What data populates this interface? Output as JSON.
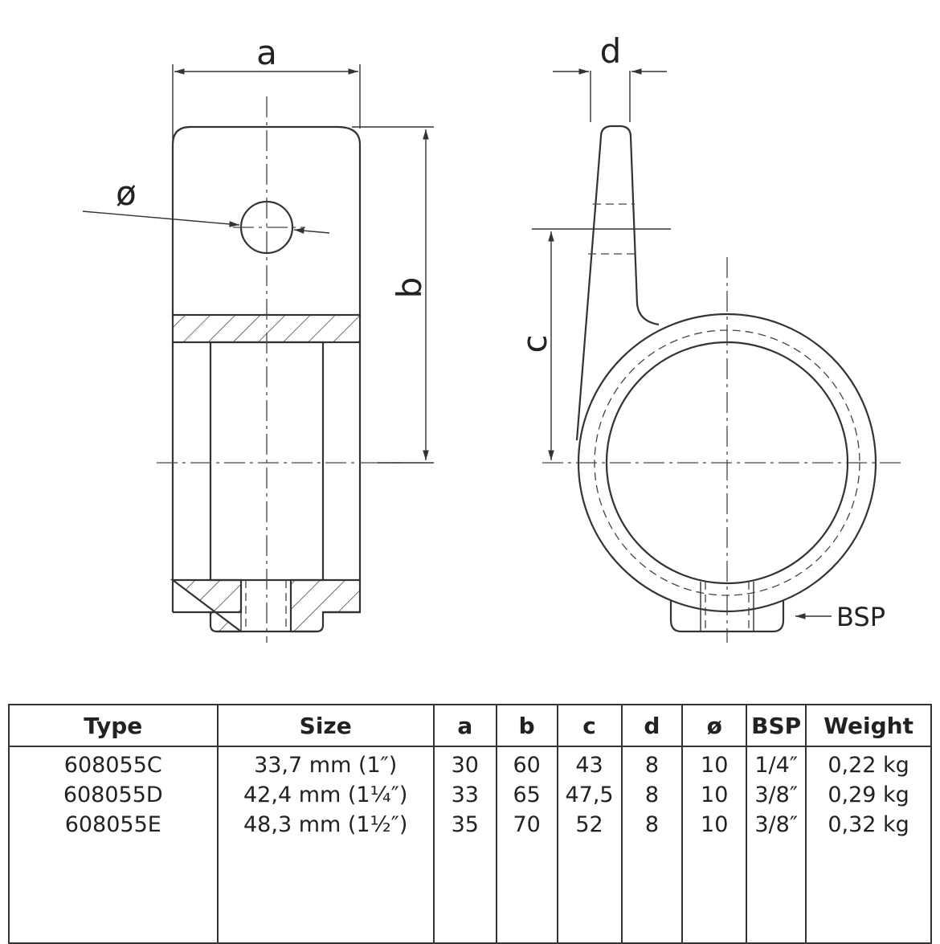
{
  "drawing": {
    "labels": {
      "a": "a",
      "b": "b",
      "c": "c",
      "d": "d",
      "diameter": "ø",
      "bsp": "BSP"
    }
  },
  "table": {
    "headers": [
      "Type",
      "Size",
      "a",
      "b",
      "c",
      "d",
      "ø",
      "BSP",
      "Weight"
    ],
    "rows": [
      [
        "608055C",
        "33,7 mm (1″)",
        "30",
        "60",
        "43",
        "8",
        "10",
        "1/4″",
        "0,22 kg"
      ],
      [
        "608055D",
        "42,4 mm (1¼″)",
        "33",
        "65",
        "47,5",
        "8",
        "10",
        "3/8″",
        "0,29 kg"
      ],
      [
        "608055E",
        "48,3 mm (1½″)",
        "35",
        "70",
        "52",
        "8",
        "10",
        "3/8″",
        "0,32 kg"
      ]
    ]
  }
}
